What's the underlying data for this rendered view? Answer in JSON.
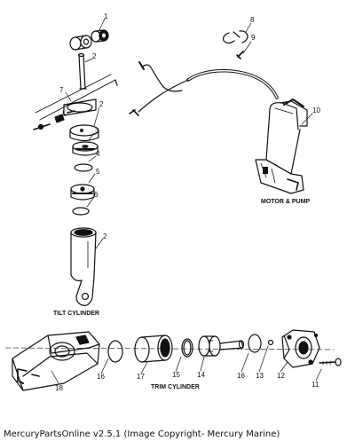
{
  "captions": {
    "motor_pump": "MOTOR & PUMP",
    "tilt_cylinder": "TILT CYLINDER",
    "trim_cylinder": "TRIM CYLINDER"
  },
  "callouts": {
    "p1": "1",
    "p2_top": "2",
    "p7": "7",
    "p2_cap": "2",
    "p3": "3",
    "p4": "4",
    "p5": "5",
    "p6": "6",
    "p2_tube": "2",
    "p8": "8",
    "p9": "9",
    "p10": "10",
    "p18": "18",
    "p16_left": "16",
    "p17": "17",
    "p15": "15",
    "p14": "14",
    "p16_right": "16",
    "p13": "13",
    "p12": "12",
    "p11": "11"
  },
  "footer": "MercuryPartsOnline v2.5.1 (Image Copyright- Mercury Marine)",
  "colors": {
    "ink": "#111111",
    "background": "#ffffff"
  }
}
